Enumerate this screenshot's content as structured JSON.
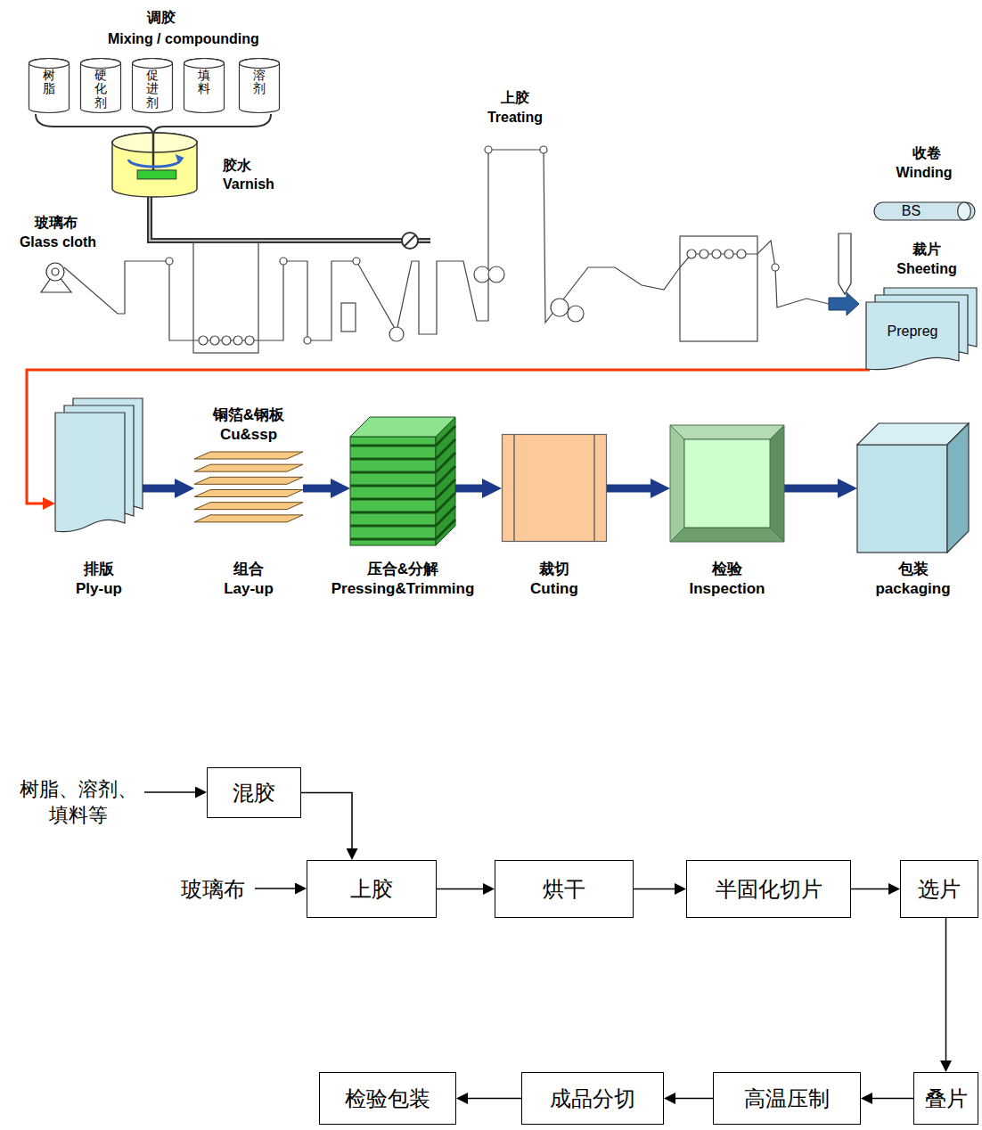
{
  "diagram": {
    "nodes": [
      {
        "text": [
          "树脂"
        ]
      },
      {
        "text": [
          "硬化剂"
        ]
      },
      {
        "text": [
          "促进剂"
        ]
      },
      {
        "text": [
          "填料"
        ]
      },
      {
        "text": [
          "溶剂"
        ]
      },
      {
        "text": [
          "胶水",
          "Varnish"
        ]
      },
      {
        "text": [
          "BS"
        ]
      },
      {
        "text": [
          "Prepreg"
        ]
      },
      {
        "text": [
          "排版",
          "Ply-up"
        ]
      },
      {
        "text": [
          "铜箔&钢板",
          "Cu&ssp",
          "组合",
          "Lay-up"
        ]
      },
      {
        "text": [
          "压合&分解",
          "Pressing&Trimming"
        ]
      },
      {
        "text": [
          "裁切",
          "Cuting"
        ]
      },
      {
        "text": [
          "检验",
          "Inspection"
        ]
      },
      {
        "text": [
          "包装",
          "packaging"
        ]
      },
      {
        "text": [
          "混胶"
        ]
      },
      {
        "text": [
          "上胶"
        ]
      },
      {
        "text": [
          "烘干"
        ]
      },
      {
        "text": [
          "半固化切片"
        ]
      },
      {
        "text": [
          "选片"
        ]
      },
      {
        "text": [
          "叠片"
        ]
      },
      {
        "text": [
          "高温压制"
        ]
      },
      {
        "text": [
          "成品分切"
        ]
      },
      {
        "text": [
          "检验包装"
        ]
      }
    ],
    "edges": [
      {
        "from": 7,
        "to": 8,
        "arrow": "to"
      },
      {
        "from": 8,
        "to": 9,
        "arrow": "to"
      },
      {
        "from": 9,
        "to": 10,
        "arrow": "to"
      },
      {
        "from": 10,
        "to": 11,
        "arrow": "to"
      },
      {
        "from": 11,
        "to": 12,
        "arrow": "to"
      },
      {
        "from": 12,
        "to": 13,
        "arrow": "to"
      },
      {
        "from": 14,
        "to": 15,
        "arrow": "to"
      },
      {
        "from": 15,
        "to": 16,
        "arrow": "to"
      },
      {
        "from": 16,
        "to": 17,
        "arrow": "to"
      },
      {
        "from": 17,
        "to": 18,
        "arrow": "to"
      },
      {
        "from": 18,
        "to": 19,
        "arrow": "to"
      },
      {
        "from": 19,
        "to": 20,
        "arrow": "to"
      },
      {
        "from": 20,
        "to": 21,
        "arrow": "to"
      },
      {
        "from": 21,
        "to": 22,
        "arrow": "to"
      }
    ],
    "labels": [
      "调胶",
      "Mixing / compounding",
      "玻璃布",
      "Glass cloth",
      "上胶",
      "Treating",
      "收卷",
      "Winding",
      "裁片",
      "Sheeting",
      "树脂、溶剂、填料等",
      "玻璃布"
    ]
  }
}
